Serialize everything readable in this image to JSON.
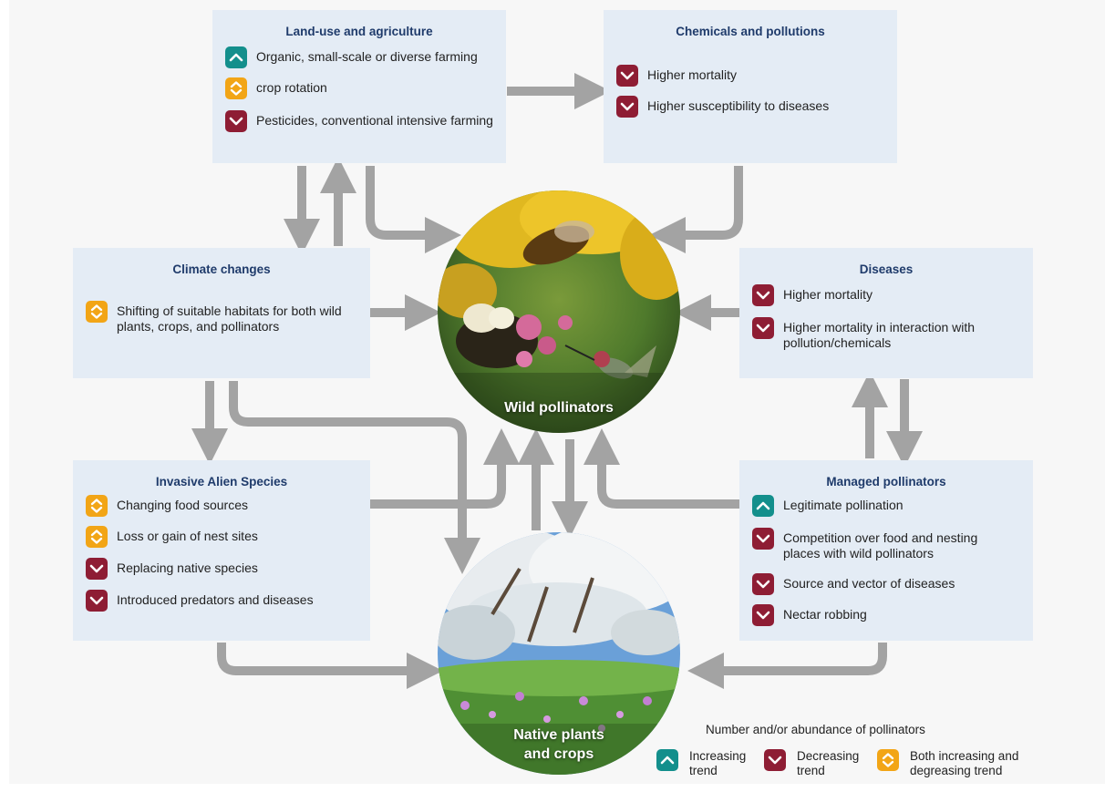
{
  "colors": {
    "increasing": "#138f8c",
    "decreasing": "#8e1d34",
    "both": "#f2a516",
    "box_bg": "#e4ecf5",
    "title": "#1f3b6b",
    "arrow": "#a3a3a3"
  },
  "land_use": {
    "title": "Land-use and agriculture",
    "items": [
      {
        "trend": "increasing",
        "text": "Organic, small-scale or diverse farming"
      },
      {
        "trend": "both",
        "text": "crop rotation"
      },
      {
        "trend": "decreasing",
        "text": "Pesticides, conventional intensive farming"
      }
    ]
  },
  "chemicals": {
    "title": "Chemicals and pollutions",
    "items": [
      {
        "trend": "decreasing",
        "text": "Higher mortality"
      },
      {
        "trend": "decreasing",
        "text": "Higher susceptibility to diseases"
      }
    ]
  },
  "climate": {
    "title": "Climate changes",
    "items": [
      {
        "trend": "both",
        "text": "Shifting of suitable habitats for both wild plants, crops, and pollinators"
      }
    ]
  },
  "diseases": {
    "title": "Diseases",
    "items": [
      {
        "trend": "decreasing",
        "text": "Higher mortality"
      },
      {
        "trend": "decreasing",
        "text": "Higher mortality in interaction with pollution/chemicals"
      }
    ]
  },
  "invasive": {
    "title": "Invasive Alien Species",
    "items": [
      {
        "trend": "both",
        "text": "Changing food sources"
      },
      {
        "trend": "both",
        "text": "Loss or gain of nest sites"
      },
      {
        "trend": "decreasing",
        "text": "Replacing native species"
      },
      {
        "trend": "decreasing",
        "text": "Introduced predators and diseases"
      }
    ]
  },
  "managed": {
    "title": "Managed pollinators",
    "items": [
      {
        "trend": "increasing",
        "text": "Legitimate pollination"
      },
      {
        "trend": "decreasing",
        "text": "Competition over food and nesting places with wild pollinators"
      },
      {
        "trend": "decreasing",
        "text": "Source and vector of diseases"
      },
      {
        "trend": "decreasing",
        "text": "Nectar robbing"
      }
    ]
  },
  "circles": {
    "wild": "Wild pollinators",
    "native_line1": "Native plants",
    "native_line2": "and crops"
  },
  "legend": {
    "title": "Number and/or abundance of pollinators",
    "increasing": "Increasing trend",
    "decreasing": "Decreasing trend",
    "both": "Both increasing and degreasing trend"
  }
}
